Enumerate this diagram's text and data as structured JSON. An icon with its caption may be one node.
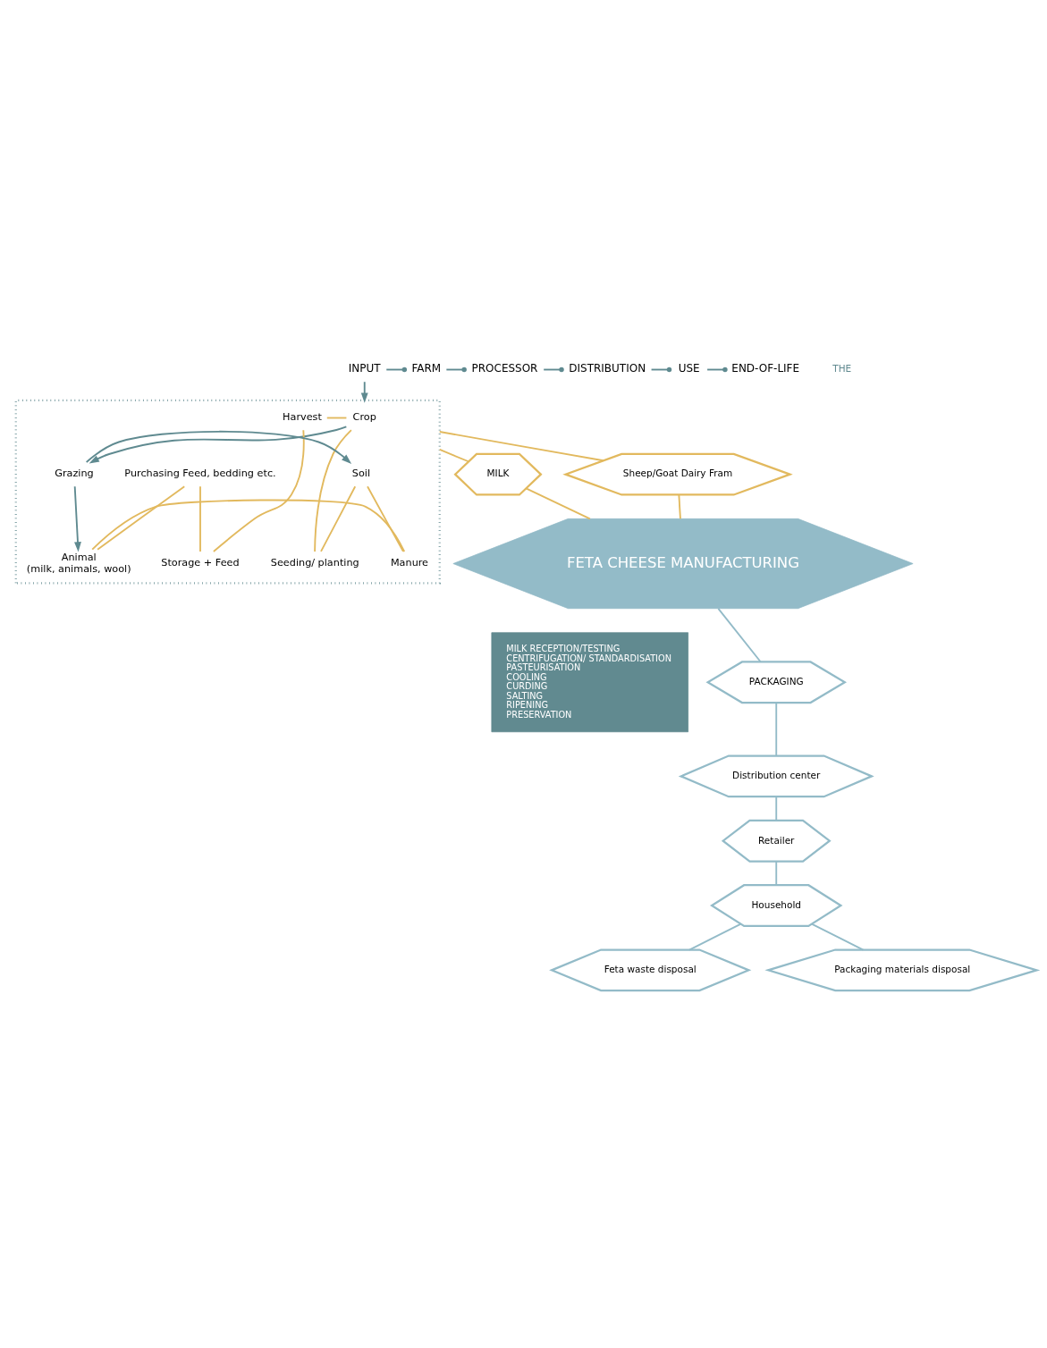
{
  "diagram": {
    "nodes": [
      {
        "text": [
          "INPUT"
        ]
      },
      {
        "text": [
          "FARM"
        ]
      },
      {
        "text": [
          "PROCESSOR"
        ]
      },
      {
        "text": [
          "DISTRIBUTION"
        ]
      },
      {
        "text": [
          "USE"
        ]
      },
      {
        "text": [
          "END-OF-LIFE"
        ]
      },
      {
        "text": [],
        "shape": "box"
      },
      {
        "text": [
          "Crop"
        ],
        "in": 6
      },
      {
        "text": [
          "Harvest"
        ],
        "in": 6
      },
      {
        "text": [
          "Storage + Feed"
        ],
        "in": 6
      },
      {
        "text": [
          "Purchasing Feed, bedding etc."
        ],
        "in": 6
      },
      {
        "text": [
          "Animal",
          "(milk, animals, wool)"
        ],
        "in": 6
      },
      {
        "text": [
          "Manure"
        ],
        "in": 6
      },
      {
        "text": [
          "Soil"
        ],
        "in": 6
      },
      {
        "text": [
          "Seeding/ planting"
        ],
        "in": 6
      },
      {
        "text": [
          "Grazing"
        ],
        "in": 6
      },
      {
        "text": [
          "Sheep/Goat Dairy Fram"
        ]
      },
      {
        "text": [
          "MILK"
        ]
      },
      {
        "text": [
          "FETA CHEESE MANUFACTURING"
        ]
      },
      {
        "text": [
          "MILK RECEPTION/TESTING",
          "CENTRIFUGATION/ STANDARDISATION",
          "PASTEURISATION",
          "COOLING",
          "CURDING",
          "SALTING",
          "RIPENING",
          "PRESERVATION"
        ]
      },
      {
        "text": [
          "PACKAGING"
        ]
      },
      {
        "text": [
          "Distribution center"
        ]
      },
      {
        "text": [
          "Retailer"
        ]
      },
      {
        "text": [
          "Household"
        ]
      },
      {
        "text": [
          "Feta waste disposal"
        ]
      },
      {
        "text": [
          "Packaging materials disposal"
        ]
      }
    ],
    "edges": [
      {
        "from": 0,
        "to": 1,
        "arrow": "other",
        "color": "#5f8a90"
      },
      {
        "from": 1,
        "to": 2,
        "arrow": "other",
        "color": "#5f8a90"
      },
      {
        "from": 2,
        "to": 3,
        "arrow": "other",
        "color": "#5f8a90"
      },
      {
        "from": 3,
        "to": 4,
        "arrow": "other",
        "color": "#5f8a90"
      },
      {
        "from": 4,
        "to": 5,
        "arrow": "other",
        "color": "#5f8a90"
      },
      {
        "from": 0,
        "to": 6,
        "arrow": "to",
        "color": "#5f8a90"
      },
      {
        "from": 7,
        "to": 8,
        "arrow": "none",
        "color": "#e2b95e"
      },
      {
        "from": 8,
        "to": 9,
        "arrow": "none",
        "color": "#e2b95e"
      },
      {
        "from": 9,
        "to": 10,
        "arrow": "none",
        "color": "#e2b95e"
      },
      {
        "from": 10,
        "to": 11,
        "arrow": "none",
        "color": "#e2b95e"
      },
      {
        "from": 11,
        "to": 12,
        "arrow": "none",
        "color": "#e2b95e"
      },
      {
        "from": 12,
        "to": 13,
        "arrow": "none",
        "color": "#e2b95e"
      },
      {
        "from": 13,
        "to": 14,
        "arrow": "none",
        "color": "#e2b95e"
      },
      {
        "from": 14,
        "to": 7,
        "arrow": "none",
        "color": "#e2b95e"
      },
      {
        "from": 7,
        "to": 15,
        "arrow": "to",
        "color": "#5f8a90"
      },
      {
        "from": 15,
        "to": 13,
        "arrow": "to",
        "color": "#5f8a90"
      },
      {
        "from": 15,
        "to": 11,
        "arrow": "to",
        "color": "#5f8a90"
      },
      {
        "from": 6,
        "to": 16,
        "arrow": "none",
        "color": "#e2b95e"
      },
      {
        "from": 6,
        "to": 17,
        "arrow": "none",
        "color": "#e2b95e"
      },
      {
        "from": 16,
        "to": 18,
        "arrow": "none",
        "color": "#e2b95e"
      },
      {
        "from": 17,
        "to": 18,
        "arrow": "none",
        "color": "#e2b95e"
      },
      {
        "from": 18,
        "to": 20,
        "arrow": "none",
        "color": "#93bbc8"
      },
      {
        "from": 20,
        "to": 21,
        "arrow": "none",
        "color": "#93bbc8"
      },
      {
        "from": 21,
        "to": 22,
        "arrow": "none",
        "color": "#93bbc8"
      },
      {
        "from": 22,
        "to": 23,
        "arrow": "none",
        "color": "#93bbc8"
      },
      {
        "from": 23,
        "to": 24,
        "arrow": "none",
        "color": "#93bbc8"
      },
      {
        "from": 23,
        "to": 25,
        "arrow": "none",
        "color": "#93bbc8"
      }
    ],
    "labels": [
      "THE"
    ]
  }
}
